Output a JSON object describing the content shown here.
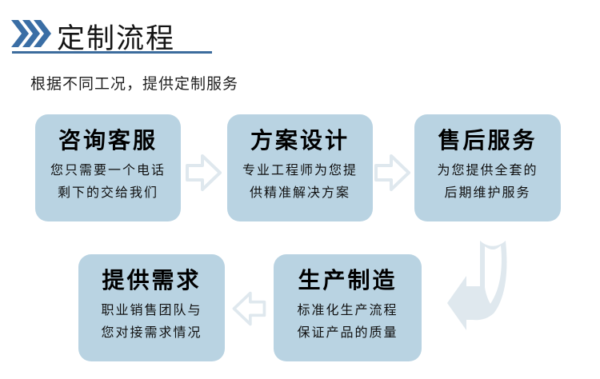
{
  "header": {
    "chevrons_icon": "triple-chevron-right",
    "title": "定制流程",
    "subtitle": "根据不同工况，提供定制服务",
    "accent_color": "#3a6ea5",
    "underline_color": "#3c6c9d"
  },
  "flow": {
    "box_fill_color": "#b9d3e2",
    "arrow_outline_color": "#dfe8ee",
    "steps": [
      {
        "title": "咨询客服",
        "desc_line1": "您只需要一个电话",
        "desc_line2": "剩下的交给我们"
      },
      {
        "title": "方案设计",
        "desc_line1": "专业工程师为您提",
        "desc_line2": "供精准解决方案"
      },
      {
        "title": "售后服务",
        "desc_line1": "为您提供全套的",
        "desc_line2": "后期维护服务"
      },
      {
        "title": "提供需求",
        "desc_line1": "职业销售团队与",
        "desc_line2": "您对接需求情况"
      },
      {
        "title": "生产制造",
        "desc_line1": "标准化生产流程",
        "desc_line2": "保证产品的质量"
      }
    ]
  }
}
